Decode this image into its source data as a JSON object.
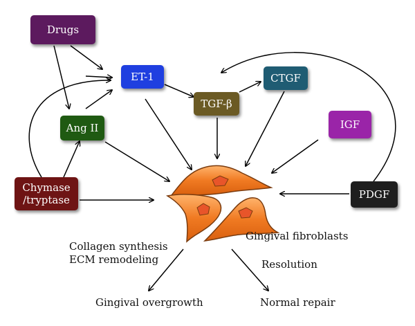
{
  "nodes": {
    "drugs": {
      "label": "Drugs",
      "color": "#5c1a5e"
    },
    "et1": {
      "label": "ET-1",
      "color": "#1f3fe0"
    },
    "angii": {
      "label": "Ang II",
      "color": "#1f5a12"
    },
    "tgfb": {
      "label": "TGF-β",
      "color": "#6b5a24"
    },
    "ctgf": {
      "label": "CTGF",
      "color": "#1f5c73"
    },
    "igf": {
      "label": "IGF",
      "color": "#9a24a8"
    },
    "chymase": {
      "label_line1": "Chymase",
      "label_line2": "/tryptase",
      "color": "#6e1414"
    },
    "pdgf": {
      "label": "PDGF",
      "color": "#1e1e1e"
    }
  },
  "labels": {
    "collagen_line1": "Collagen synthesis",
    "collagen_line2": "ECM remodeling",
    "fibroblasts": "Gingival fibroblasts",
    "resolution": "Resolution",
    "overgrowth": "Gingival overgrowth",
    "repair": "Normal repair"
  },
  "colors": {
    "cell_fill": "#f07a22",
    "cell_stroke": "#7a3b0e",
    "nucleus": "#e8552a"
  }
}
